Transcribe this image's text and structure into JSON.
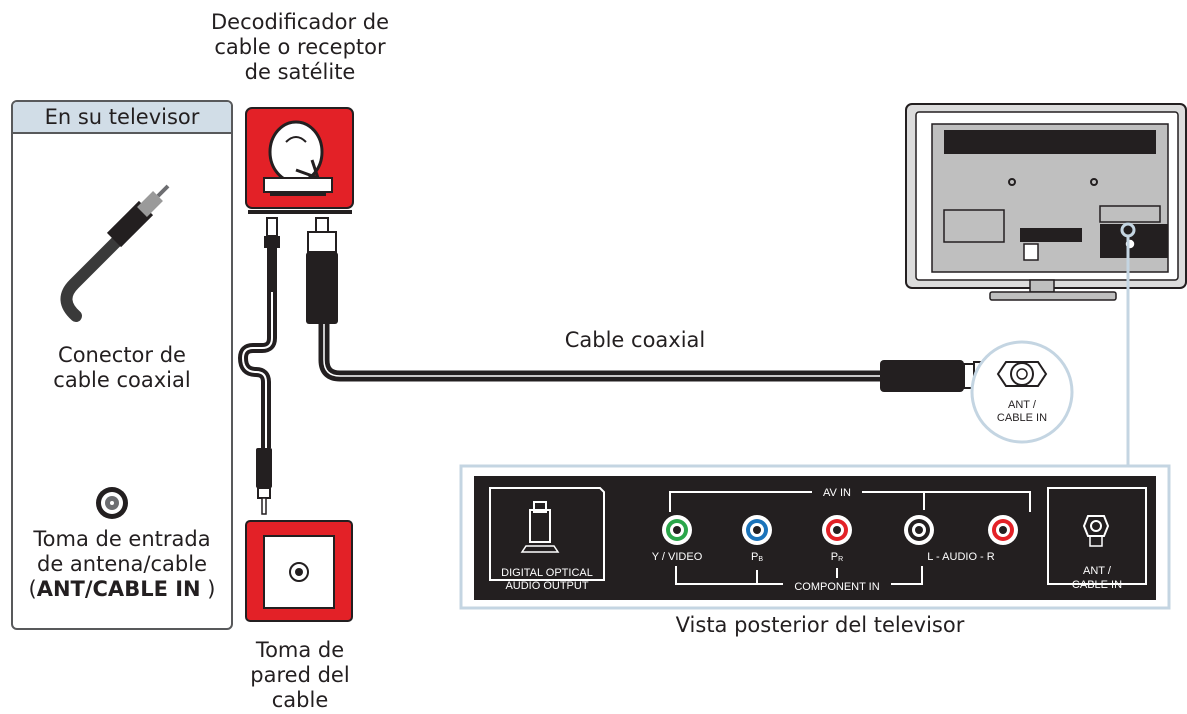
{
  "legend": {
    "header": "En su televisor",
    "coax_connector_label": [
      "Conector de",
      "cable coaxial"
    ],
    "ant_jack_label": [
      "Toma de entrada",
      "de antena/cable"
    ],
    "ant_jack_label_port_prefix": "(",
    "ant_jack_label_port": "ANT/CABLE IN",
    "ant_jack_label_port_suffix": " )"
  },
  "cable_box_label": [
    "Decodificador de",
    "cable o receptor",
    "de satélite"
  ],
  "wall_outlet_label": [
    "Toma de",
    "pared del",
    "cable"
  ],
  "cable_label": "Cable coaxial",
  "tv_jack_zoom_label": [
    "ANT /",
    "CABLE IN"
  ],
  "tv_rear_view_label": "Vista posterior del televisor",
  "panel": {
    "optical_label": [
      "DIGITAL OPTICAL",
      "AUDIO OUTPUT"
    ],
    "av_in_label": "AV IN",
    "component_in_label": "COMPONENT IN",
    "jack_labels": [
      "Y / VIDEO",
      "P",
      "P",
      "L - AUDIO - R"
    ],
    "pb_sub": "B",
    "pr_sub": "R",
    "ant_label": [
      "ANT /",
      "CABLE IN"
    ]
  },
  "colors": {
    "red": "#e32127",
    "dark": "#231f20",
    "light_blue_frame": "#c4d5e2",
    "legend_header": "#d1dde7",
    "jack_green": "#2aa64a",
    "jack_blue": "#1b73ba",
    "jack_red": "#e32127"
  }
}
